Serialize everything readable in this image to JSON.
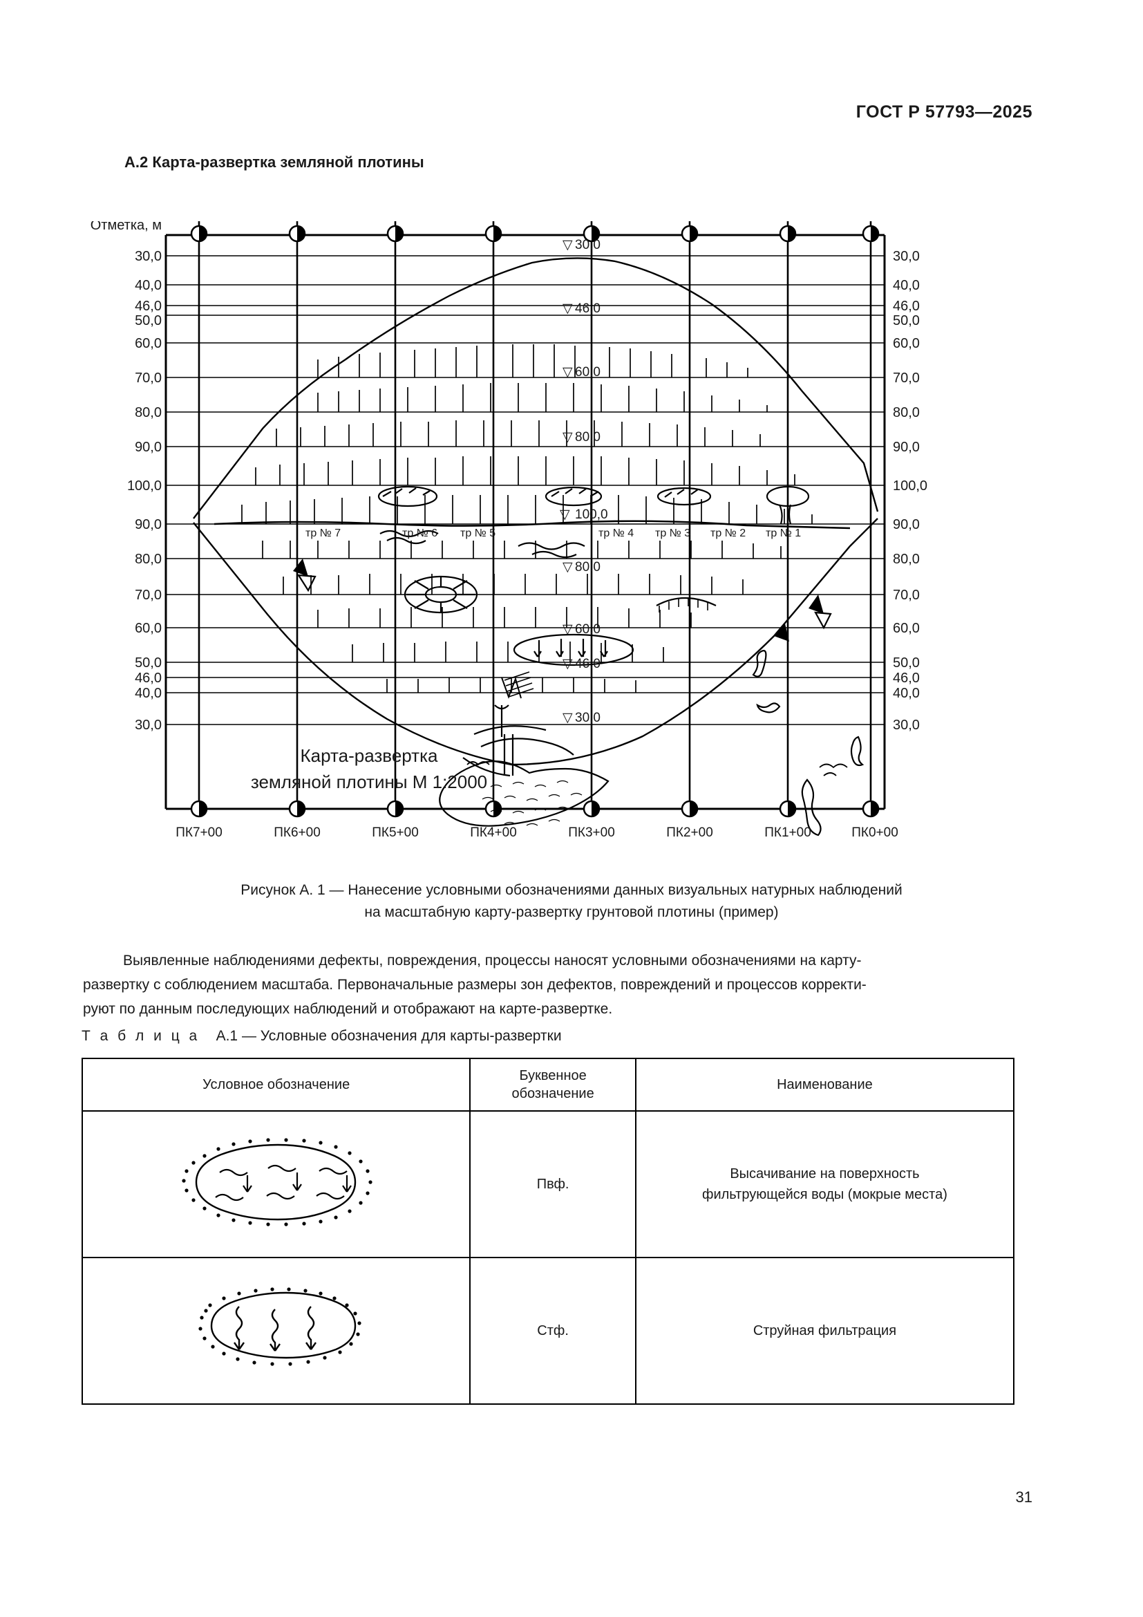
{
  "header": {
    "standard": "ГОСТ Р 57793—2025"
  },
  "section": {
    "title": "А.2 Карта-развертка земляной плотины"
  },
  "figure": {
    "axis_label": "Отметка, м",
    "inner_title_line1": "Карта-развертка",
    "inner_title_line2": "земляной плотины М 1:2000",
    "left_axis_upper": [
      "30,0",
      "40,0",
      "46,0",
      "50,0",
      "60,0",
      "70,0",
      "80,0",
      "90,0",
      "100,0"
    ],
    "left_axis_lower": [
      "90,0",
      "80,0",
      "70,0",
      "60,0",
      "50,0",
      "46,0",
      "40,0",
      "30,0"
    ],
    "right_axis_upper": [
      "30,0",
      "40,0",
      "46,0",
      "50,0",
      "60,0",
      "70,0",
      "80,0",
      "90,0",
      "100,0"
    ],
    "right_axis_lower": [
      "90,0",
      "80,0",
      "70,0",
      "60,0",
      "50,0",
      "46,0",
      "40,0",
      "30,0"
    ],
    "stations": [
      "ПК7+00",
      "ПК6+00",
      "ПК5+00",
      "ПК4+00",
      "ПК3+00",
      "ПК2+00",
      "ПК1+00",
      "ПК0+00"
    ],
    "water_levels_upper": [
      "30,0",
      "46,0",
      "60,0",
      "80,0",
      "100,0"
    ],
    "water_levels_lower": [
      "80,0",
      "60,0",
      "46,0",
      "30,0"
    ],
    "level_marker_glyph": "▽",
    "transects": [
      "тр № 7",
      "тр № 6",
      "тр № 5",
      "тр № 4",
      "тр № 3",
      "тр № 2",
      "тр № 1"
    ],
    "caption_line1": "Рисунок А. 1 — Нанесение условными обозначениями данных визуальных натурных наблюдений",
    "caption_line2": "на масштабную карту-развертку грунтовой плотины (пример)"
  },
  "body": {
    "paragraph_line1": "Выявленные наблюдениями дефекты, повреждения, процессы наносят условными обозначениями на карту-",
    "paragraph_line2": "развертку с соблюдением масштаба. Первоначальные размеры зон дефектов, повреждений и процессов корректи-",
    "paragraph_line3": "руют по данным последующих наблюдений и отображают на карте-развертке."
  },
  "table": {
    "caption_prefix": "Т а б л и ц а",
    "caption_rest": "А.1 — Условные обозначения для карты-развертки",
    "columns": [
      "Условное обозначение",
      "Буквенное обозначение",
      "Наименование"
    ],
    "rows": [
      {
        "symbol": "seepage-wet-area-symbol",
        "letter": "Пвф.",
        "name_line1": "Высачивание на поверхность",
        "name_line2": "фильтрующейся воды (мокрые места)"
      },
      {
        "symbol": "jet-filtration-symbol",
        "letter": "Стф.",
        "name_line1": "Струйная фильтрация",
        "name_line2": ""
      }
    ]
  },
  "footer": {
    "page_number": "31"
  },
  "colors": {
    "ink": "#1a1a1a",
    "rule": "#000000",
    "paper": "#ffffff"
  }
}
